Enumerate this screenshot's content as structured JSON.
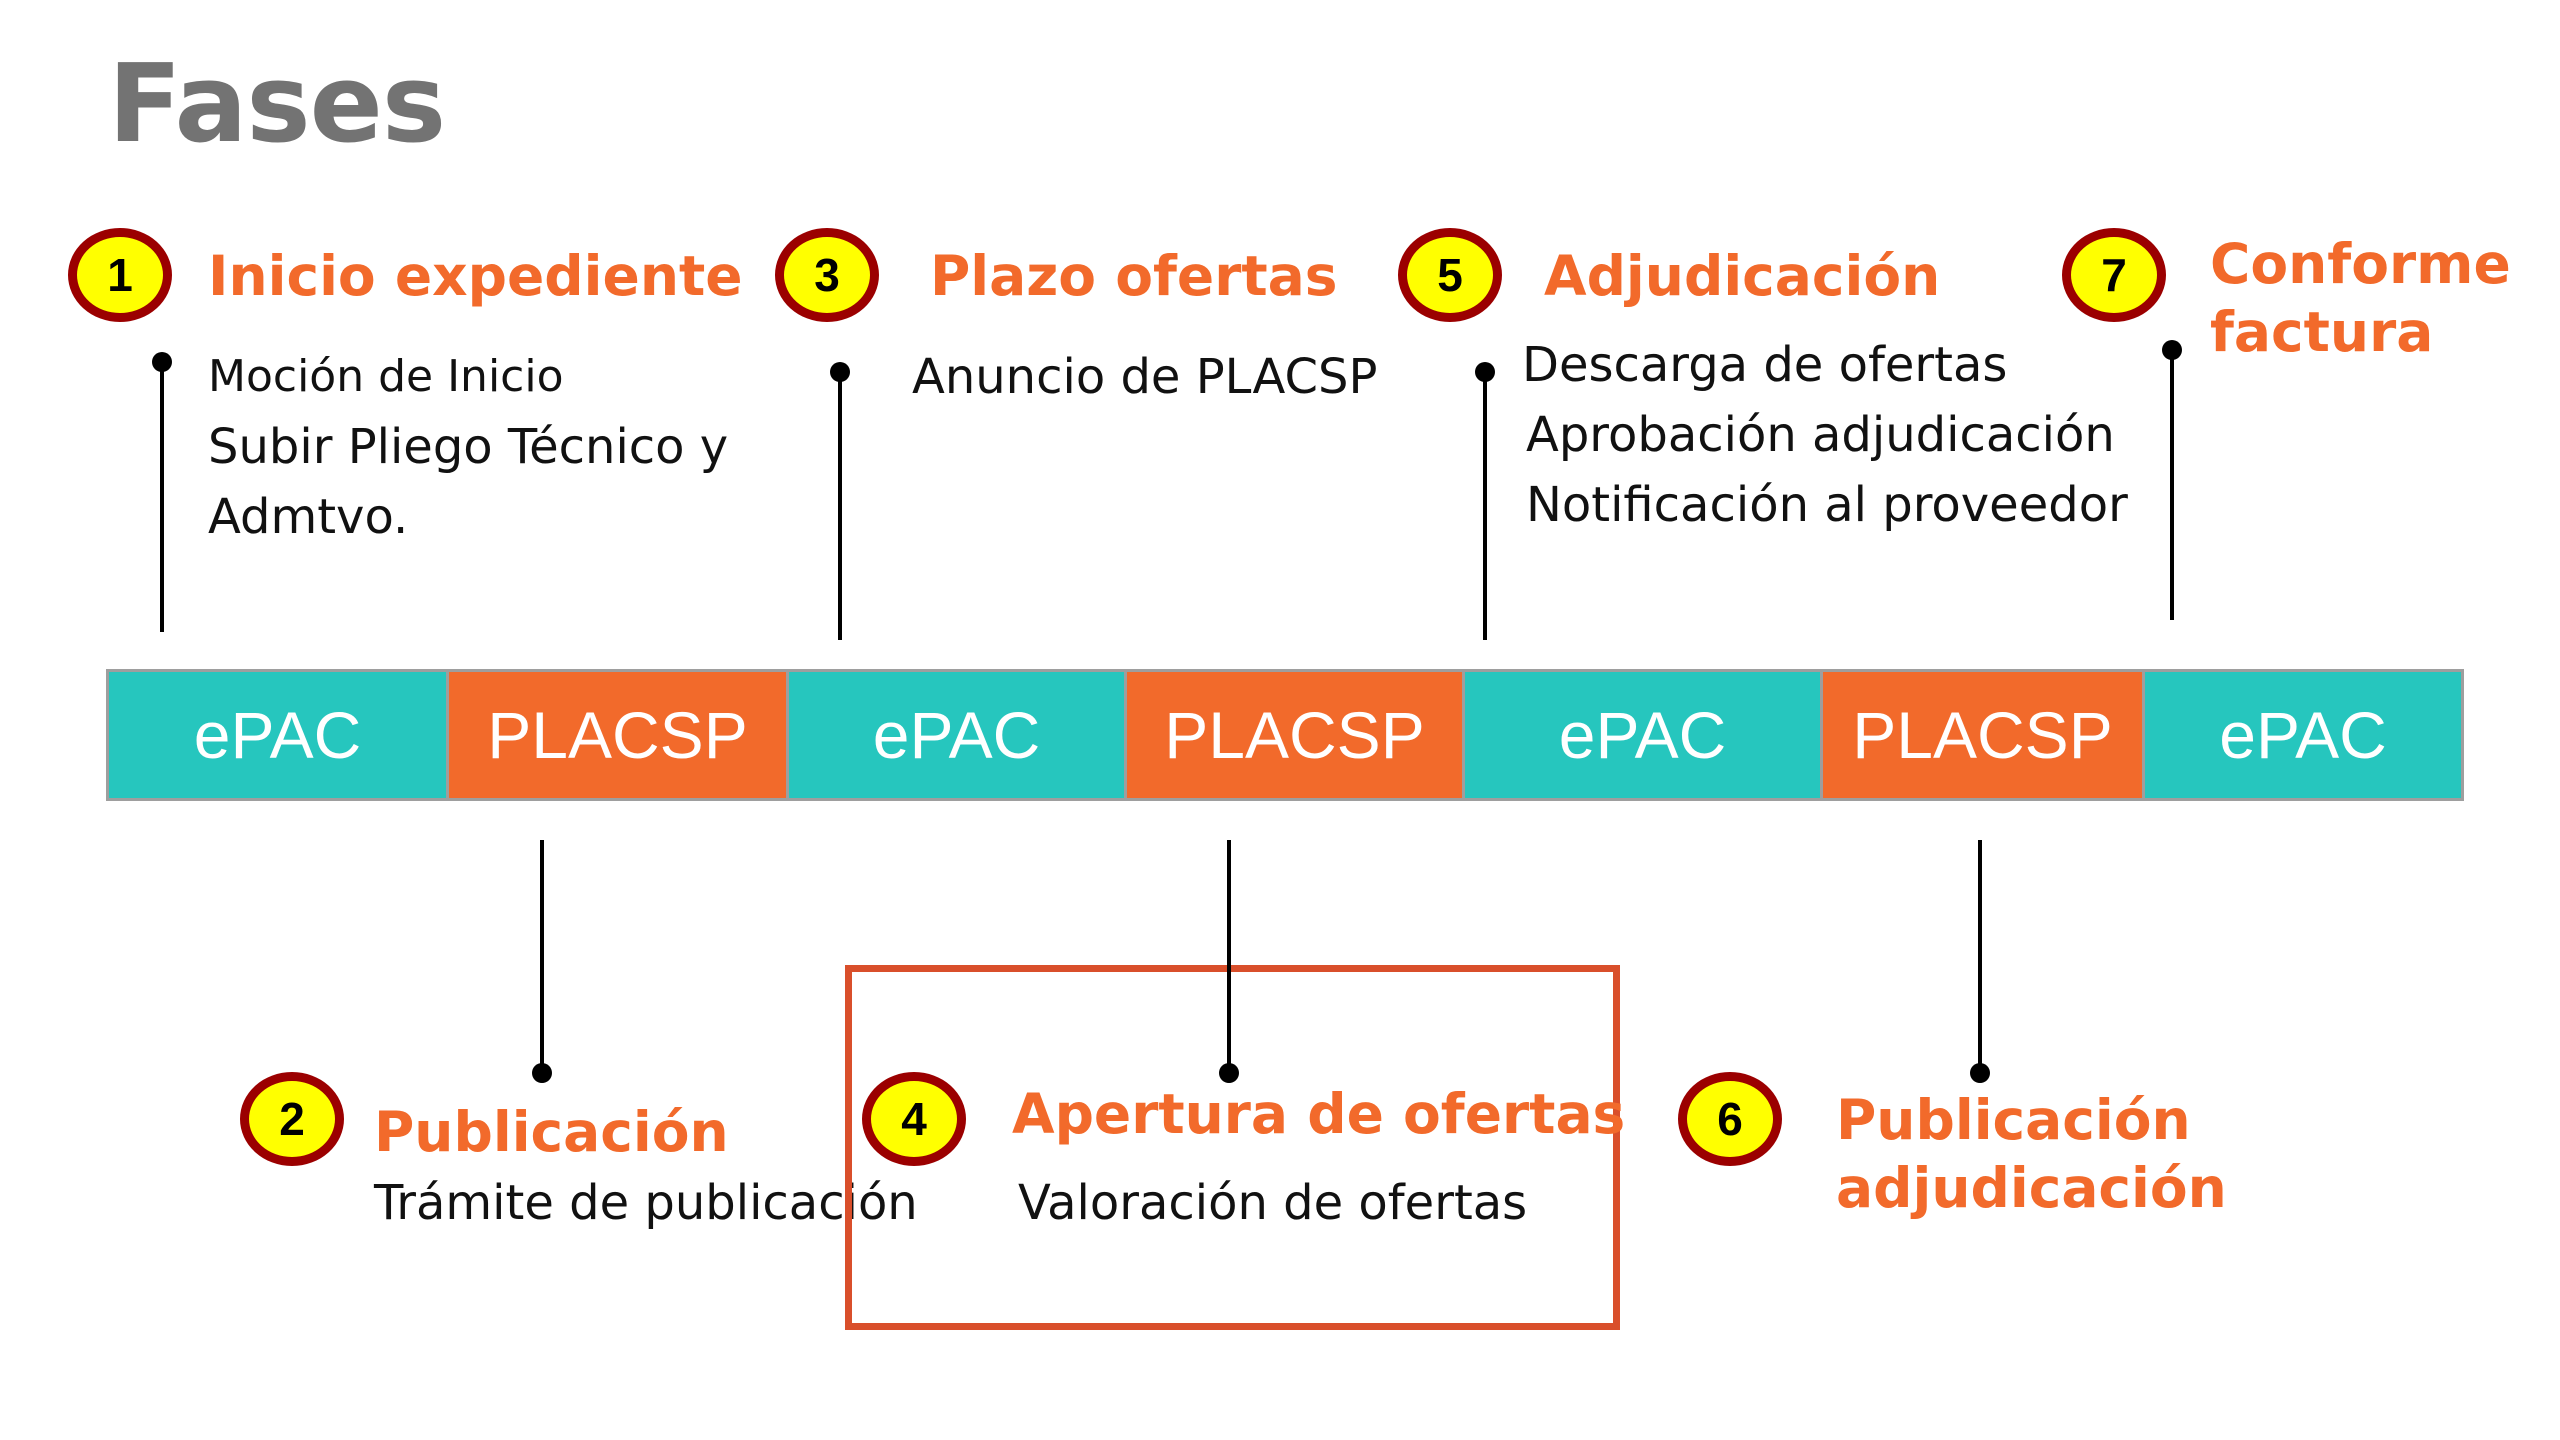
{
  "title": "Fases",
  "colors": {
    "accent_orange": "#f26a2b",
    "teal": "#26c6be",
    "badge_fill": "#ffff00",
    "badge_border": "#9b0000",
    "title_gray": "#737373",
    "highlight_border": "#d94f2b"
  },
  "phases": [
    {
      "number": "1",
      "title": "Inicio expediente",
      "items": [
        "Moción de Inicio",
        "Subir Pliego Técnico y",
        "Admtvo."
      ]
    },
    {
      "number": "2",
      "title": "Publicación",
      "items": [
        "Trámite de publicación"
      ]
    },
    {
      "number": "3",
      "title": "Plazo ofertas",
      "items": [
        "Anuncio de PLACSP"
      ]
    },
    {
      "number": "4",
      "title": "Apertura de ofertas",
      "items": [
        "Valoración de ofertas"
      ]
    },
    {
      "number": "5",
      "title": "Adjudicación",
      "items": [
        "Descarga de ofertas",
        "Aprobación adjudicación",
        "Notificación al proveedor"
      ]
    },
    {
      "number": "6",
      "title_lines": [
        "Publicación",
        "adjudicación"
      ],
      "items": []
    },
    {
      "number": "7",
      "title_lines": [
        "Conforme",
        "factura"
      ],
      "items": []
    }
  ],
  "segments": [
    {
      "label": "ePAC",
      "kind": "epac"
    },
    {
      "label": "PLACSP",
      "kind": "placsp"
    },
    {
      "label": "ePAC",
      "kind": "epac"
    },
    {
      "label": "PLACSP",
      "kind": "placsp"
    },
    {
      "label": "ePAC",
      "kind": "epac"
    },
    {
      "label": "PLACSP",
      "kind": "placsp"
    },
    {
      "label": "ePAC",
      "kind": "epac"
    }
  ],
  "highlighted_phase": "4"
}
